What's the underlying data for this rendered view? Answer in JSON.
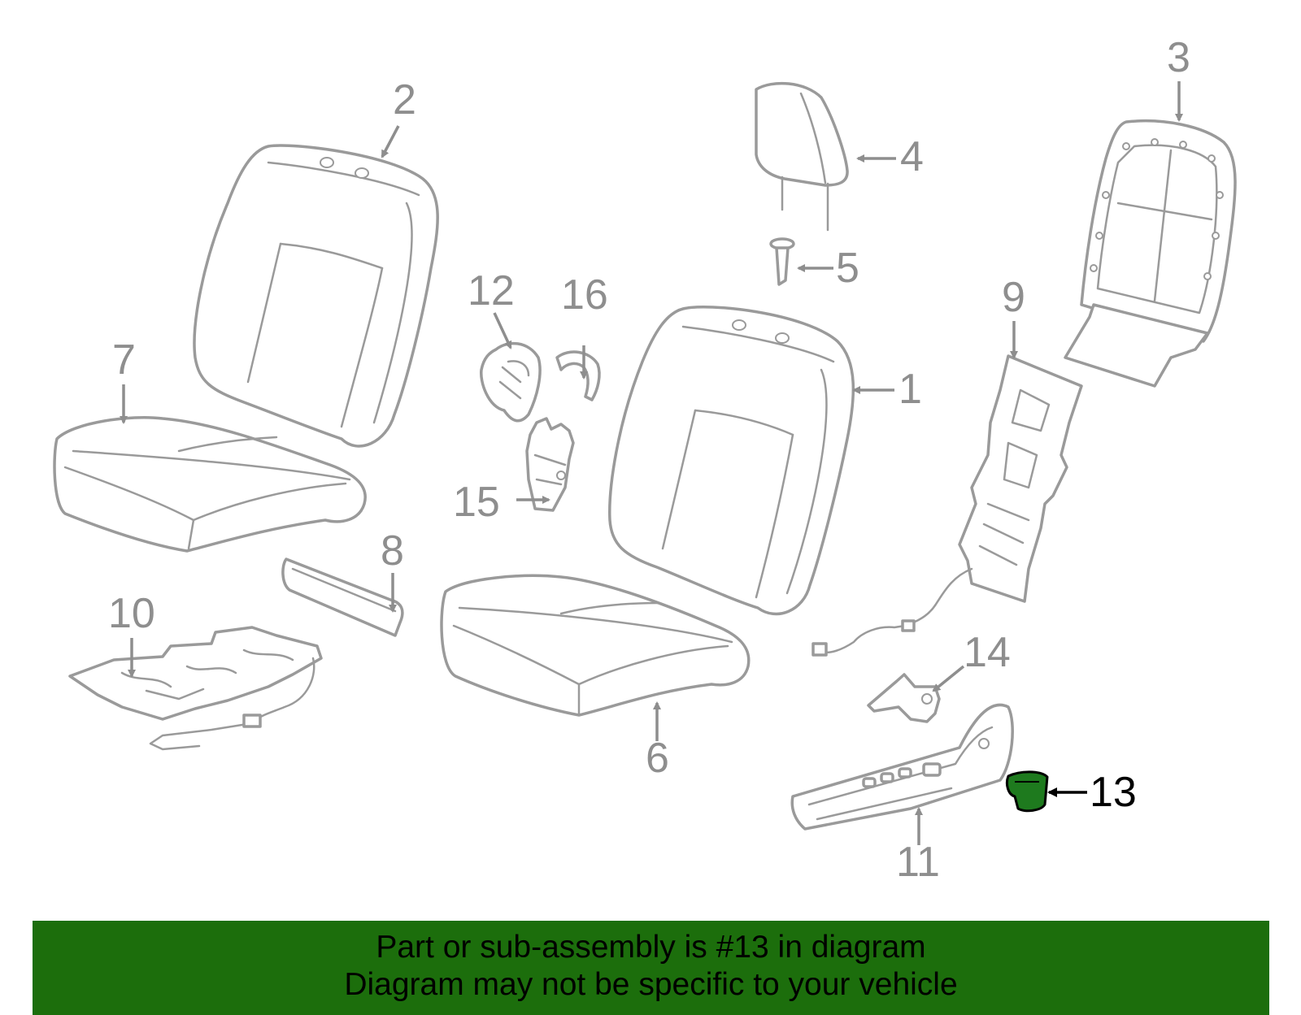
{
  "callouts": {
    "c1": "1",
    "c2": "2",
    "c3": "3",
    "c4": "4",
    "c5": "5",
    "c6": "6",
    "c7": "7",
    "c8": "8",
    "c9": "9",
    "c10": "10",
    "c11": "11",
    "c12": "12",
    "c13": "13",
    "c14": "14",
    "c15": "15",
    "c16": "16"
  },
  "highlighted_part": "13",
  "colors": {
    "banner": "#1c6e0c",
    "highlight": "#1e7a1e",
    "line": "#9a9a9a"
  },
  "banner": {
    "line1": "Part or sub-assembly is #13 in diagram",
    "line2": "Diagram may not be specific to your vehicle"
  }
}
